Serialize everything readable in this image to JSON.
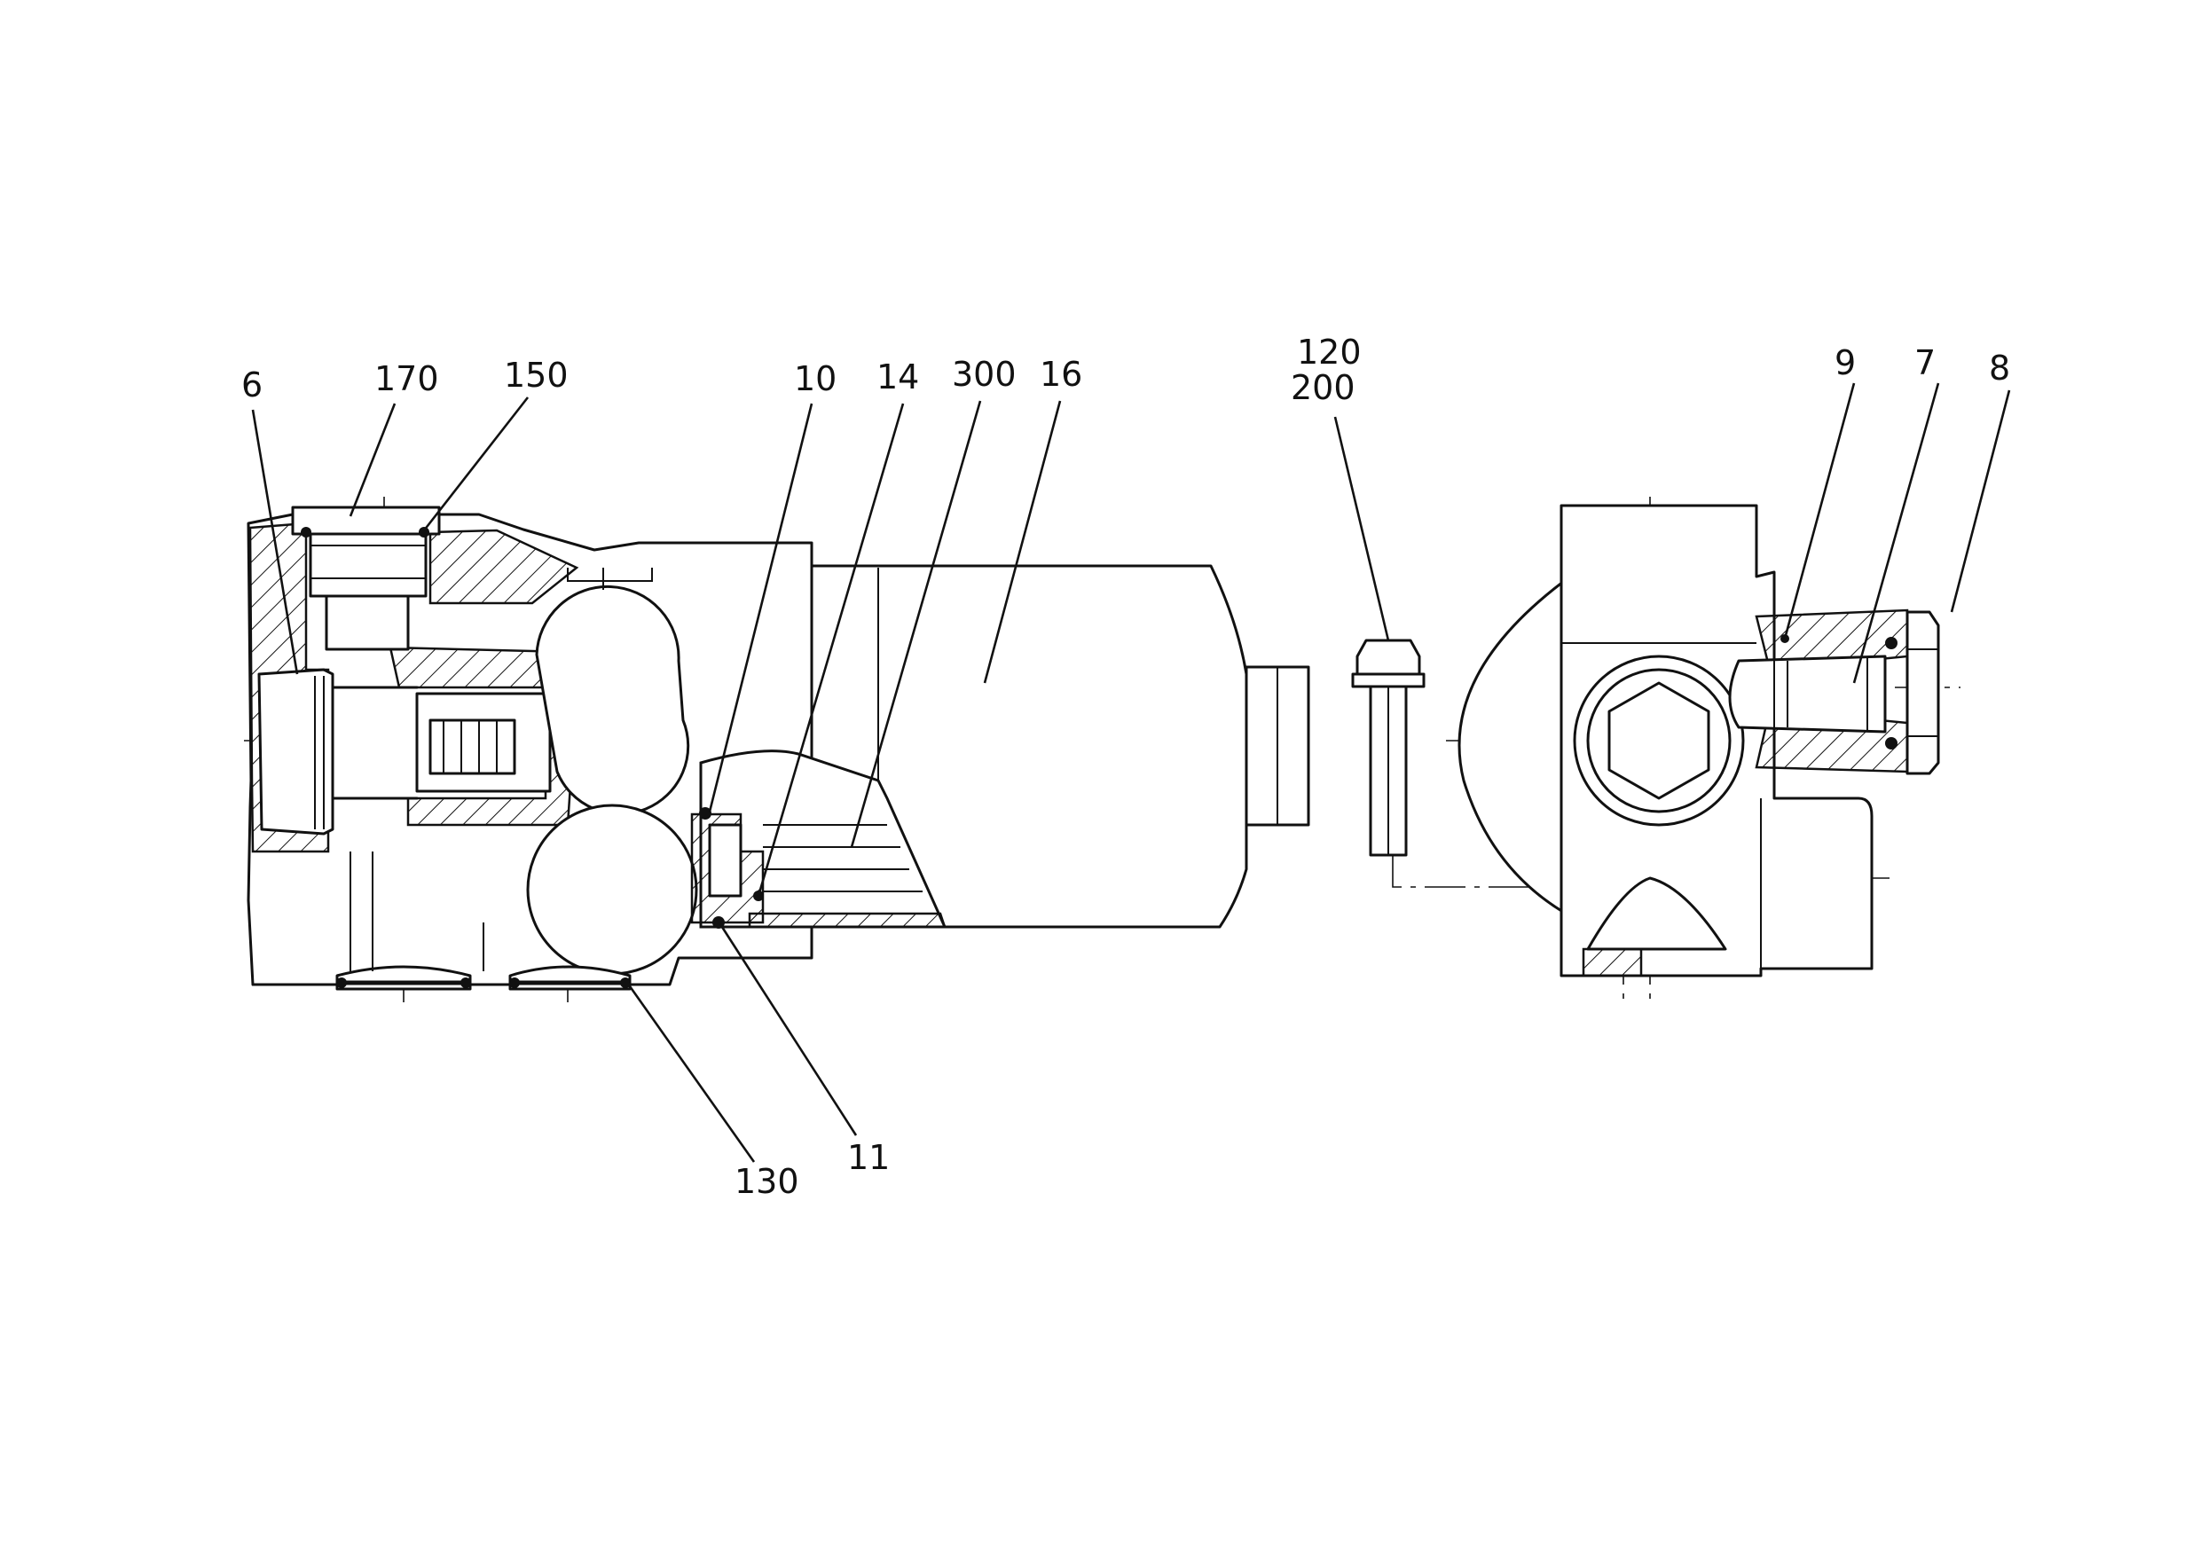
{
  "callouts": {
    "c6": "6",
    "c170": "170",
    "c150": "150",
    "c10": "10",
    "c14": "14",
    "c300": "300",
    "c16": "16",
    "c120": "120",
    "c200": "200",
    "c9": "9",
    "c7": "7",
    "c8": "8",
    "c130": "130",
    "c11": "11"
  },
  "colors": {
    "line": "#111111",
    "background": "#ffffff"
  }
}
